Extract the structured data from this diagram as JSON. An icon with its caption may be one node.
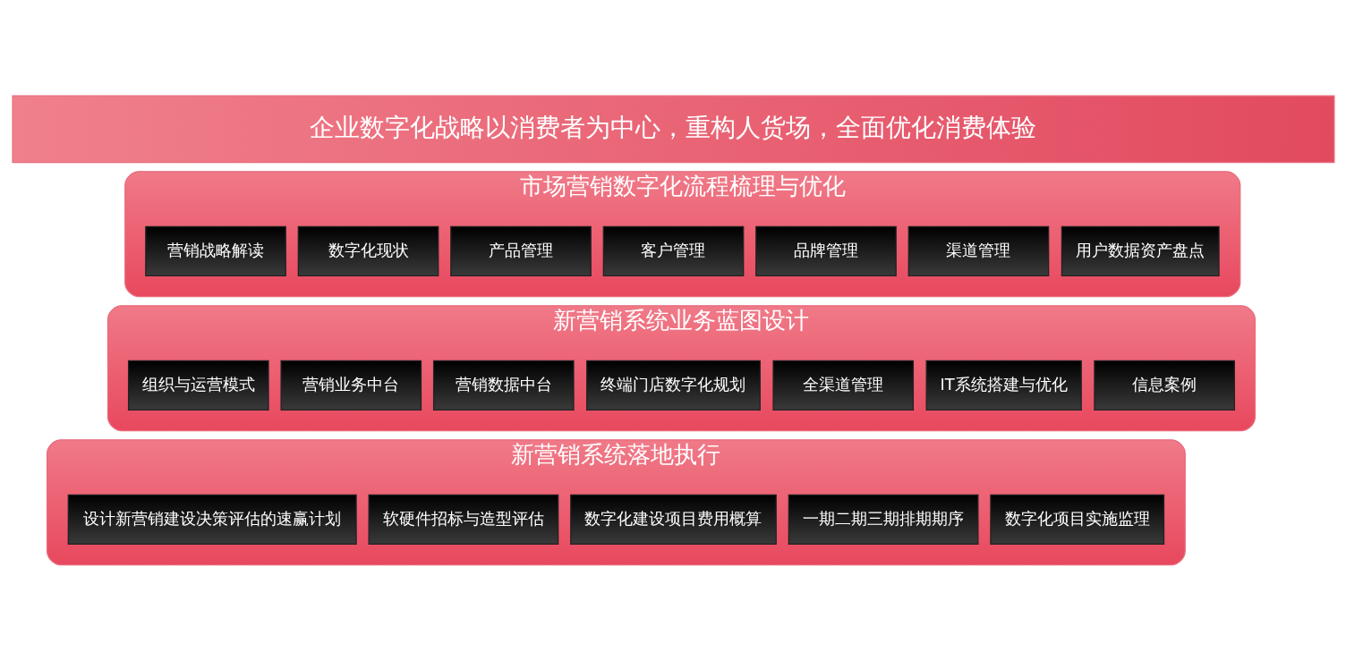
{
  "diagram": {
    "nodes": [
      {
        "text": [
          "企业数字化战略以消费者为中心，重构人货场，全面优化消费体验"
        ]
      },
      {
        "text": [
          "市场营销数字化流程梳理与优化"
        ]
      },
      {
        "text": [
          "营销战略解读"
        ],
        "in": 1
      },
      {
        "text": [
          "数字化现状"
        ],
        "in": 1
      },
      {
        "text": [
          "产品管理"
        ],
        "in": 1
      },
      {
        "text": [
          "客户管理"
        ],
        "in": 1
      },
      {
        "text": [
          "品牌管理"
        ],
        "in": 1
      },
      {
        "text": [
          "渠道管理"
        ],
        "in": 1
      },
      {
        "text": [
          "用户数据资产盘点"
        ],
        "in": 1
      },
      {
        "text": [
          "新营销系统业务蓝图设计"
        ]
      },
      {
        "text": [
          "组织与运营模式"
        ],
        "in": 9
      },
      {
        "text": [
          "营销业务中台"
        ],
        "in": 9
      },
      {
        "text": [
          "营销数据中台"
        ],
        "in": 9
      },
      {
        "text": [
          "终端门店数字化规划"
        ],
        "in": 9
      },
      {
        "text": [
          "全渠道管理"
        ],
        "in": 9
      },
      {
        "text": [
          "IT系统搭建与优化"
        ],
        "in": 9
      },
      {
        "text": [
          "信息案例"
        ],
        "in": 9
      },
      {
        "text": [
          "新营销系统落地执行"
        ]
      },
      {
        "text": [
          "设计新营销建设决策评估的速赢计划"
        ],
        "in": 17
      },
      {
        "text": [
          "软硬件招标与造型评估"
        ],
        "in": 17
      },
      {
        "text": [
          "数字化建设项目费用概算"
        ],
        "in": 17
      },
      {
        "text": [
          "一期二期三期排期期序"
        ],
        "in": 17
      },
      {
        "text": [
          "数字化项目实施监理"
        ],
        "in": 17
      }
    ],
    "edges": []
  }
}
